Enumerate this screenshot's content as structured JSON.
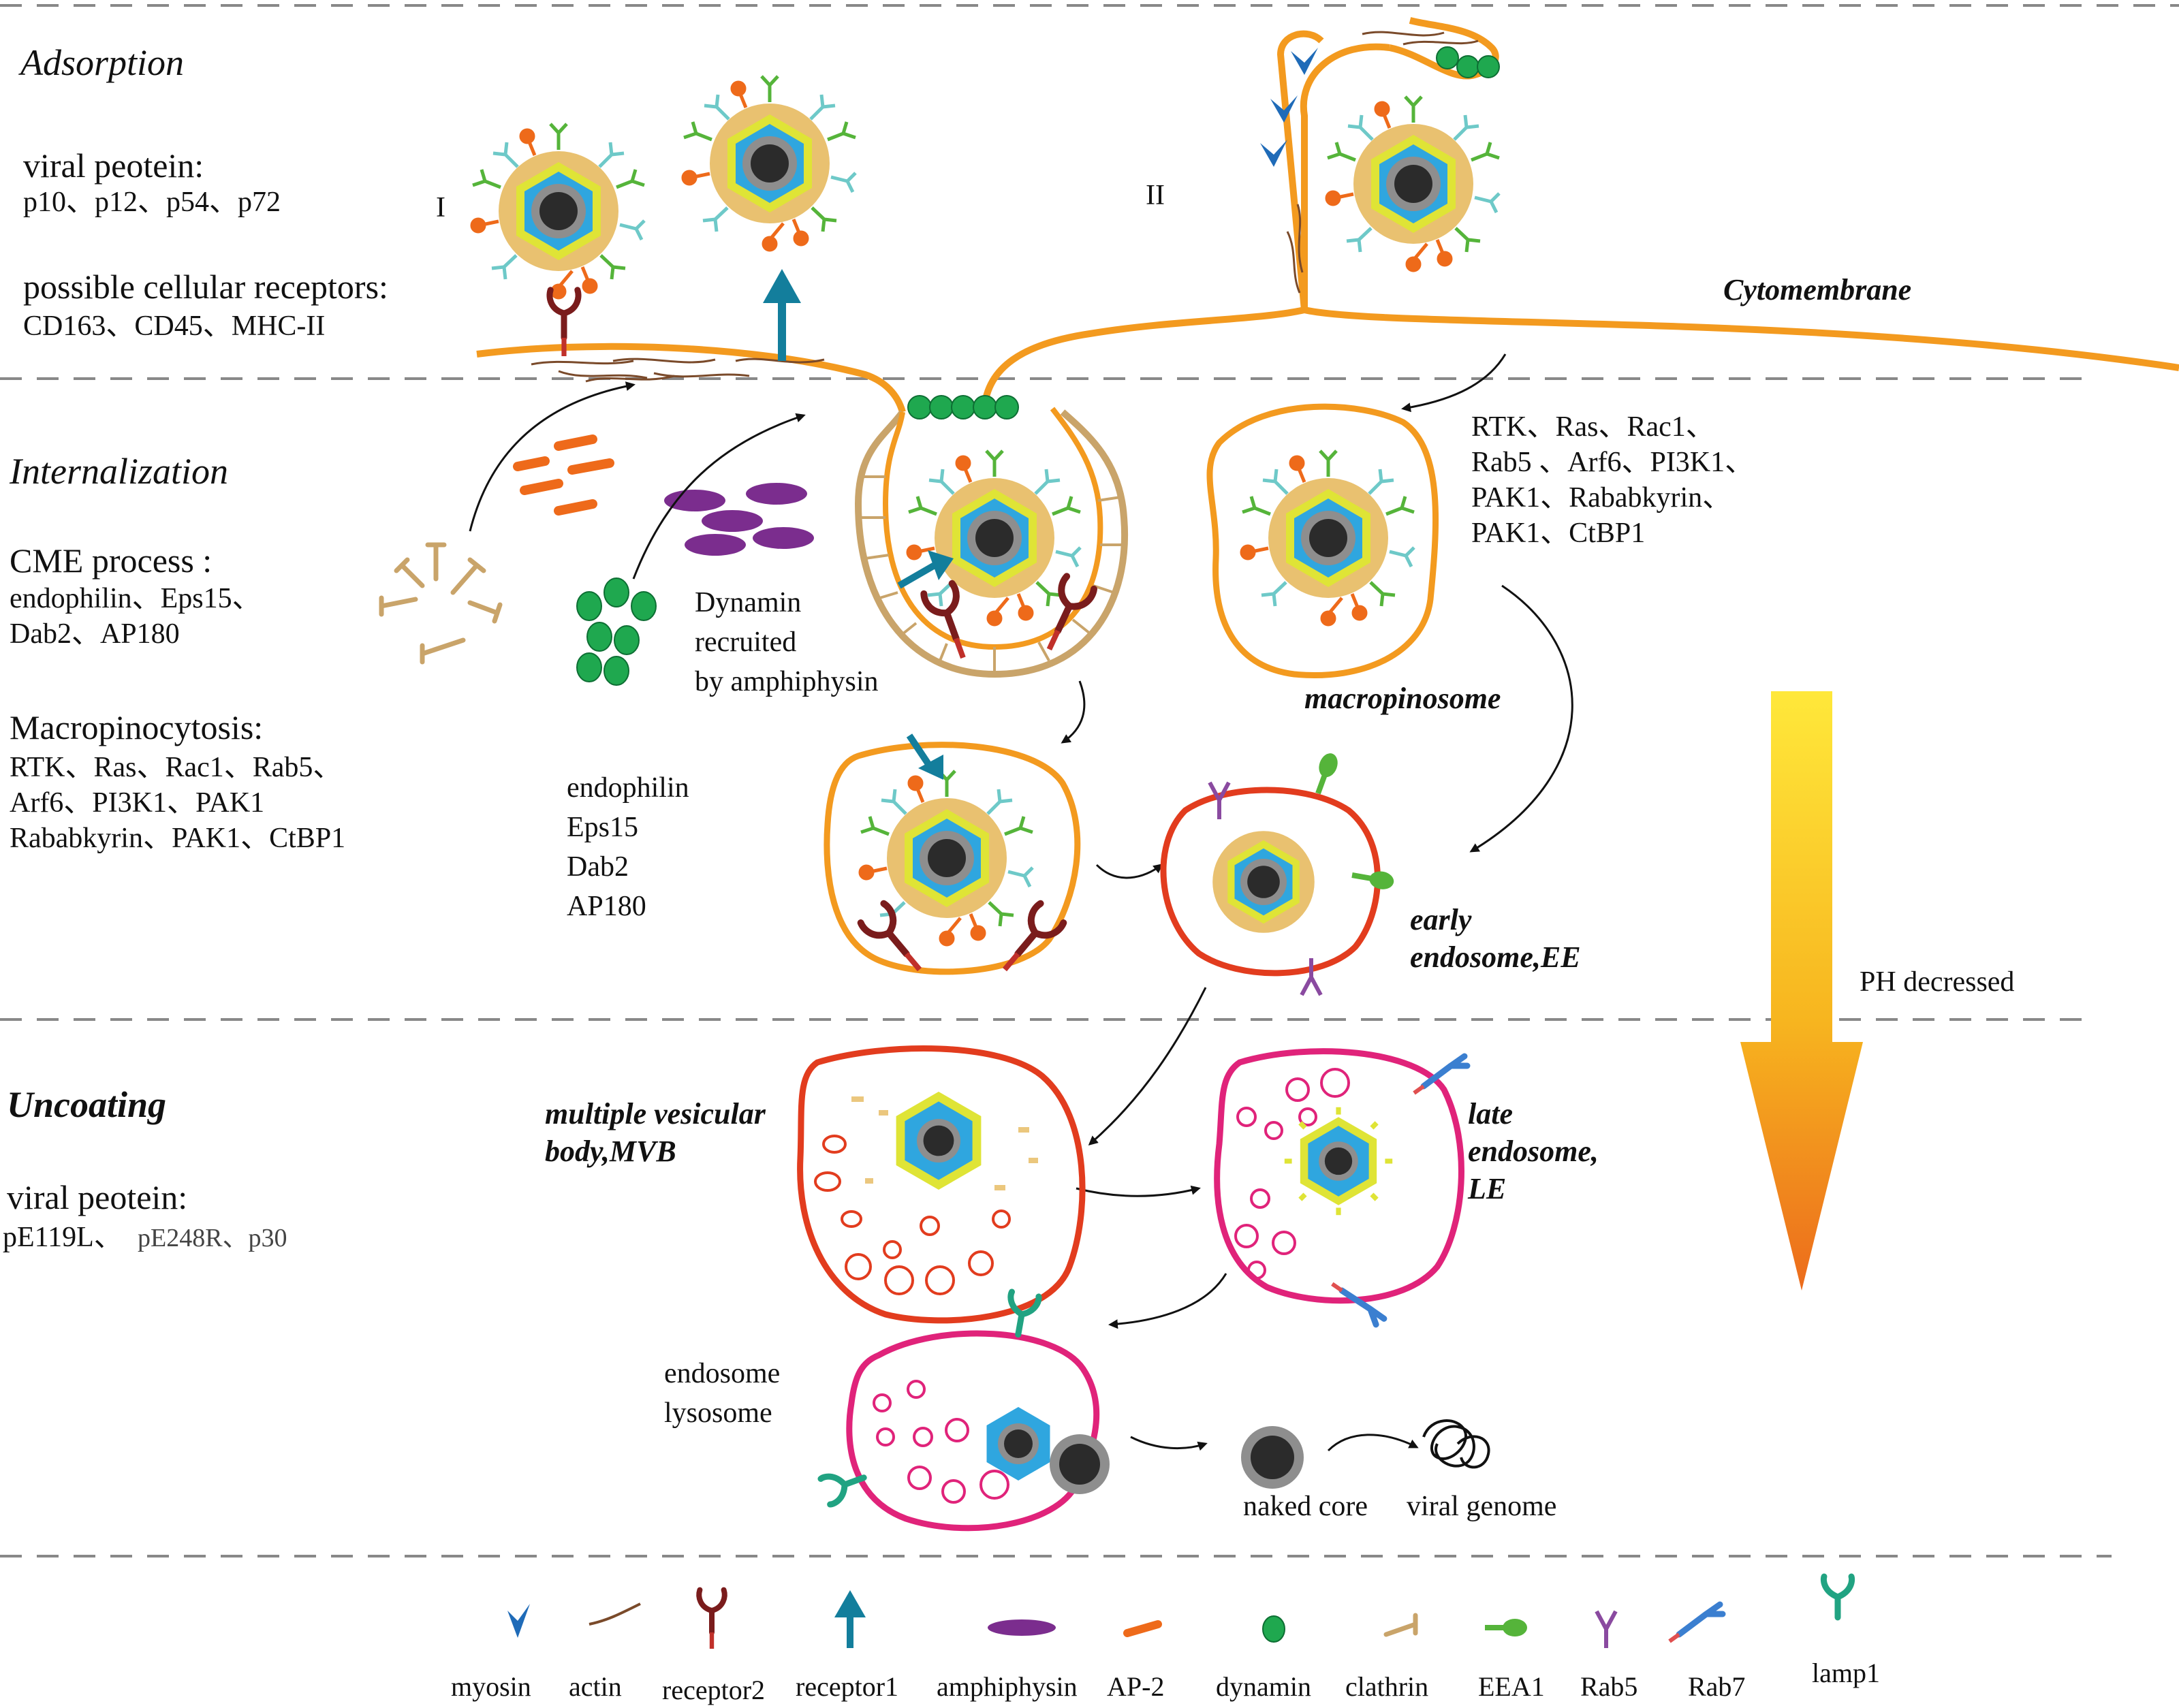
{
  "sections": {
    "adsorption": "Adsorption",
    "internalization": "Internalization",
    "uncoating": "Uncoating"
  },
  "adsorption": {
    "viral_protein_heading": "viral peotein:",
    "viral_proteins": "p10、p12、p54、p72",
    "receptors_heading": "possible cellular receptors:",
    "receptors": "CD163、CD45、MHC-II",
    "route_1": "I",
    "route_2": "II",
    "cytomembrane": "Cytomembrane"
  },
  "internalization": {
    "cme_heading": "CME process :",
    "cme_line1": "endophilin、Eps15、",
    "cme_line2": "Dab2、AP180",
    "macro_heading": "Macropinocytosis:",
    "macro_line1": "RTK、Ras、Rac1、Rab5、",
    "macro_line2": "Arf6、PI3K1、PAK1",
    "macro_line3": "Rababkyrin、PAK1、CtBP1",
    "dynamin_note": [
      "Dynamin",
      "recruited",
      "by amphiphysin"
    ],
    "right_factors": [
      "RTK、Ras、Rac1、",
      "Rab5 、Arf6、PI3K1、",
      "PAK1、Rababkyrin、",
      "PAK1、CtBP1"
    ],
    "macropinosome": "macropinosome",
    "vesicle_factors": [
      "endophilin",
      "Eps15",
      "Dab2",
      "AP180"
    ],
    "early_endosome": [
      "early",
      "endosome,EE"
    ],
    "ph_note": "PH decressed"
  },
  "uncoating": {
    "viral_protein_heading": "viral peotein:",
    "viral_proteins_a": "pE119L、",
    "viral_proteins_b": "pE248R、p30",
    "mvb": [
      "multiple vesicular",
      "body,MVB"
    ],
    "late_endosome": [
      "late",
      "endosome,",
      "LE"
    ],
    "endolysosome": [
      "endosome",
      "lysosome"
    ],
    "naked_core": "naked core",
    "viral_genome": "viral genome"
  },
  "legend": [
    {
      "icon": "myosin-icon",
      "label": "myosin"
    },
    {
      "icon": "actin-icon",
      "label": "actin"
    },
    {
      "icon": "receptor2-icon",
      "label": "receptor2"
    },
    {
      "icon": "receptor1-icon",
      "label": "receptor1"
    },
    {
      "icon": "amphiphysin-icon",
      "label": "amphiphysin"
    },
    {
      "icon": "ap2-icon",
      "label": "AP-2"
    },
    {
      "icon": "dynamin-icon",
      "label": "dynamin"
    },
    {
      "icon": "clathrin-icon",
      "label": "clathrin"
    },
    {
      "icon": "eea1-icon",
      "label": "EEA1"
    },
    {
      "icon": "rab5-icon",
      "label": "Rab5"
    },
    {
      "icon": "rab7-icon",
      "label": "Rab7"
    },
    {
      "icon": "lamp1-icon",
      "label": "lamp1"
    }
  ],
  "colors": {
    "membrane": "#f39a1f",
    "early_endosome": "#e23c1e",
    "late_endosome": "#e0237a",
    "capsid_outer": "#e9c170",
    "capsid_yellow": "#dfe436",
    "capsid_blue": "#2fa6df",
    "core_gray": "#8e8e8e",
    "core_dark": "#2b2b2b",
    "dynamin": "#1fa84f",
    "amphiphysin": "#7b2d8e",
    "ap2": "#ee6a1a",
    "receptor1": "#137e9c",
    "receptor2": "#7a1c1c",
    "myosin": "#1f6bb8",
    "actin": "#7a4a2a",
    "clathrin": "#c9a46a",
    "eea1": "#55b43a",
    "rab5": "#8a4aa0",
    "rab7": "#3b7fd0",
    "lamp1": "#21a382"
  }
}
